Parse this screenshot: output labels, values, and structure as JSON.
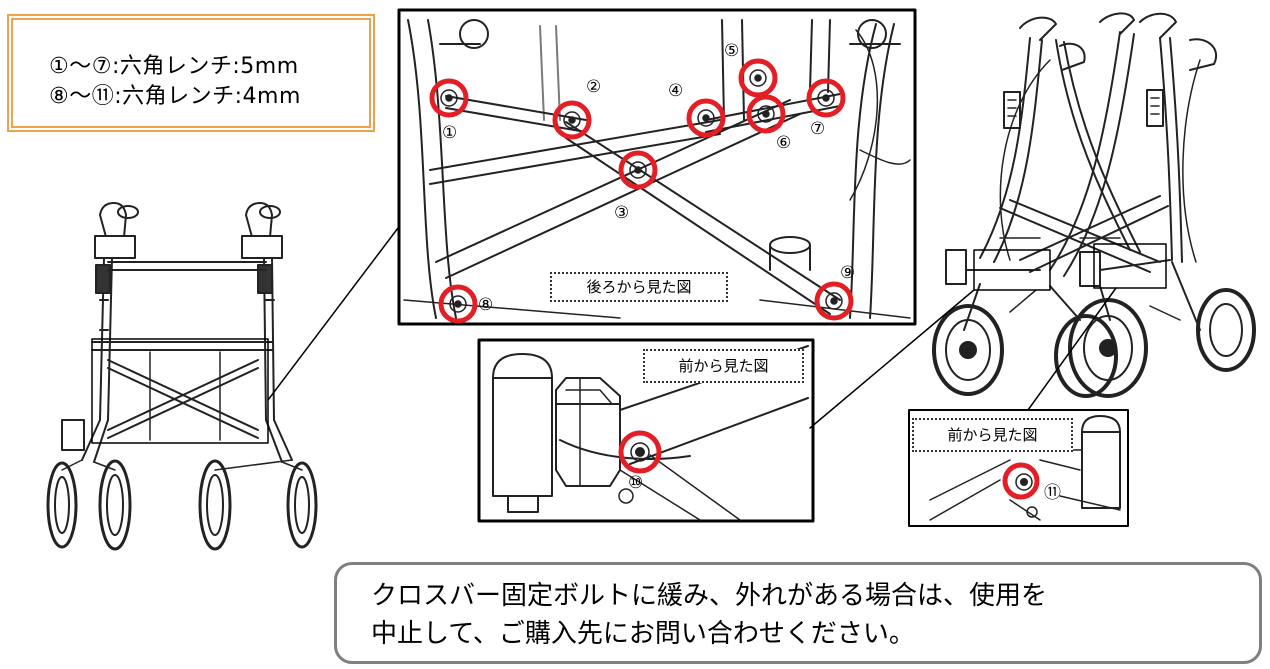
{
  "wrench_spec": {
    "line1": "①〜⑦:六角レンチ:5mm",
    "line2": "⑧〜⑪:六角レンチ:4mm"
  },
  "views": {
    "rear_view_label": "後ろから見た図",
    "front_view_label_1": "前から見た図",
    "front_view_label_2": "前から見た図"
  },
  "bolt_numbers": [
    "①",
    "②",
    "③",
    "④",
    "⑤",
    "⑥",
    "⑦",
    "⑧",
    "⑨",
    "⑩",
    "⑪"
  ],
  "warning": {
    "line1": "クロスバー固定ボルトに緩み、外れがある場合は、使用を",
    "line2": "中止して、ご購入先にお問い合わせください。"
  },
  "colors": {
    "highlight_circle": "#e31e24",
    "wrench_box_border": "#f0a24a",
    "warning_box_border": "#7f7f7f",
    "line_art": "#222222"
  }
}
